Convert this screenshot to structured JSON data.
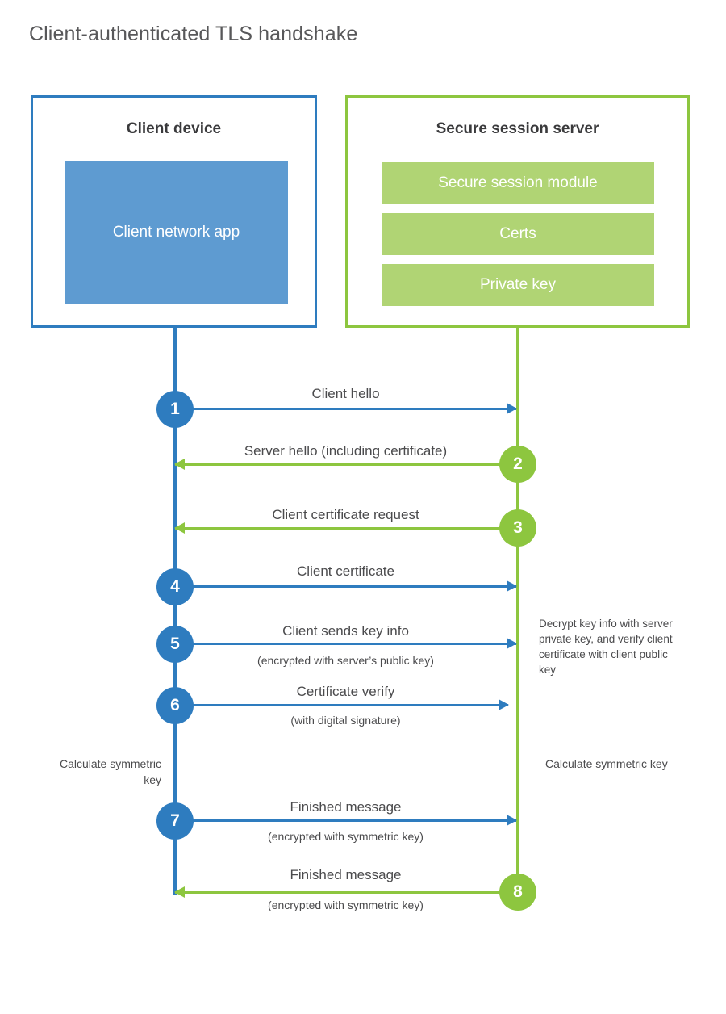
{
  "title": "Client-authenticated TLS handshake",
  "colors": {
    "client_accent": "#2e7cbf",
    "client_block": "#5e9bd1",
    "server_accent": "#8dc63f",
    "server_block": "#b0d474",
    "title_text": "#58585a",
    "body_text": "#4b4b4d"
  },
  "participants": {
    "client": {
      "title": "Client device",
      "block_label": "Client network app"
    },
    "server": {
      "title": "Secure session server",
      "blocks": [
        "Secure session module",
        "Certs",
        "Private key"
      ]
    }
  },
  "steps": [
    {
      "number": "1",
      "label": "Client hello",
      "sublabel": "",
      "direction": "client-to-server"
    },
    {
      "number": "2",
      "label": "Server hello (including certificate)",
      "sublabel": "",
      "direction": "server-to-client"
    },
    {
      "number": "3",
      "label": "Client certificate request",
      "sublabel": "",
      "direction": "server-to-client"
    },
    {
      "number": "4",
      "label": "Client certificate",
      "sublabel": "",
      "direction": "client-to-server"
    },
    {
      "number": "5",
      "label": "Client sends key info",
      "sublabel": "(encrypted with server’s public key)",
      "direction": "client-to-server"
    },
    {
      "number": "6",
      "label": "Certificate verify",
      "sublabel": "(with digital signature)",
      "direction": "client-to-server"
    },
    {
      "number": "7",
      "label": "Finished message",
      "sublabel": "(encrypted with symmetric key)",
      "direction": "client-to-server"
    },
    {
      "number": "8",
      "label": "Finished message",
      "sublabel": "(encrypted with symmetric key)",
      "direction": "server-to-client"
    }
  ],
  "notes": {
    "server_decrypt": "Decrypt key info with server private key, and verify client certificate with client public key",
    "client_calculate": "Calculate symmetric key",
    "server_calculate": "Calculate symmetric key"
  }
}
